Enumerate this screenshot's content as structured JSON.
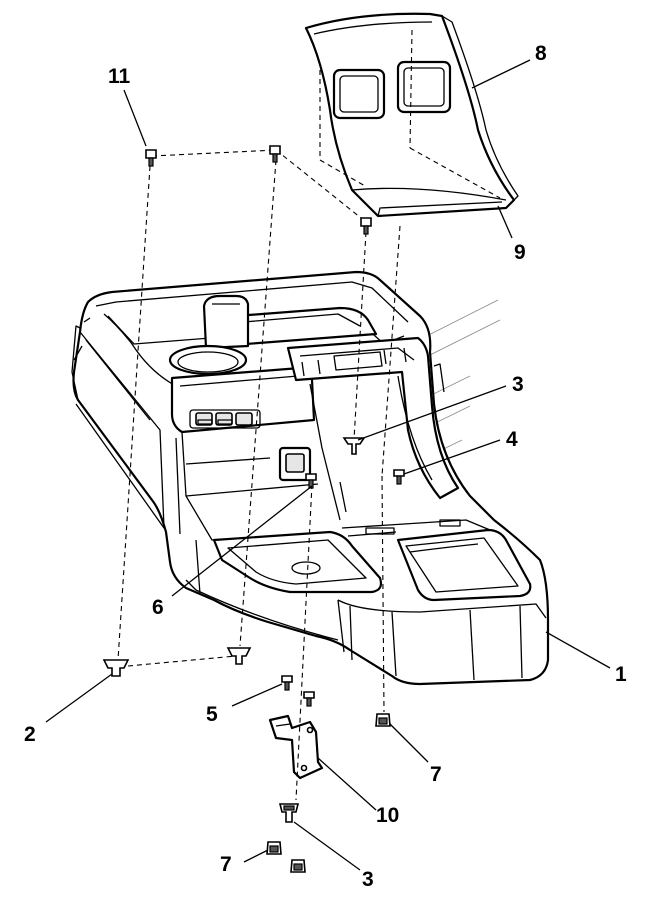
{
  "callouts": {
    "c1": "1",
    "c2": "2",
    "c3a": "3",
    "c3b": "3",
    "c4": "4",
    "c5": "5",
    "c6": "6",
    "c7a": "7",
    "c7b": "7",
    "c8": "8",
    "c9": "9",
    "c10": "10",
    "c11": "11"
  }
}
